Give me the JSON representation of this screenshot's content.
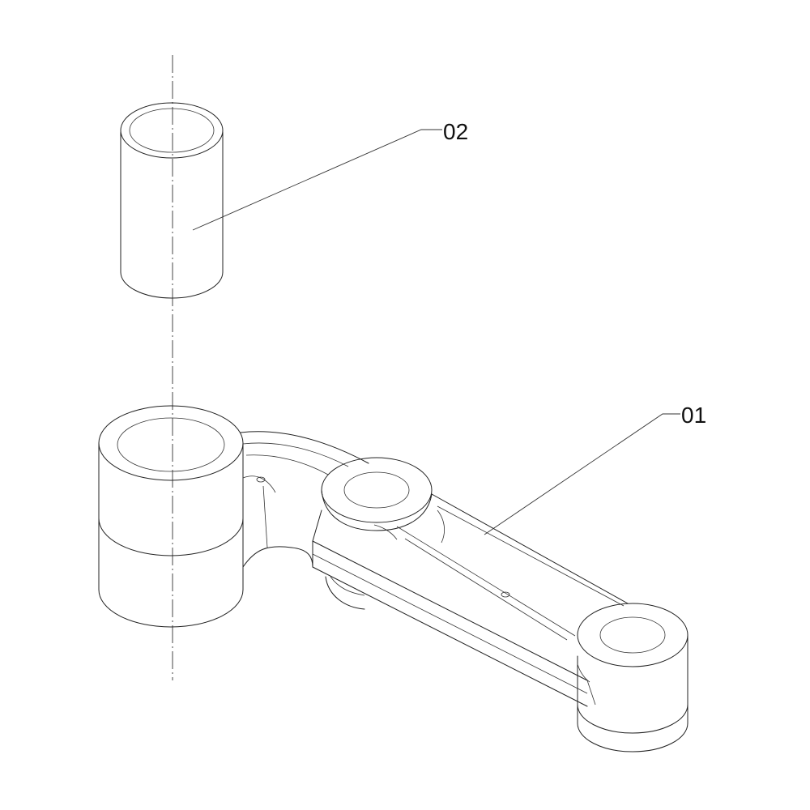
{
  "callouts": [
    {
      "id": "part-02",
      "label": "02"
    },
    {
      "id": "part-01",
      "label": "01"
    }
  ],
  "colors": {
    "line": "#222222",
    "background": "#ffffff"
  }
}
